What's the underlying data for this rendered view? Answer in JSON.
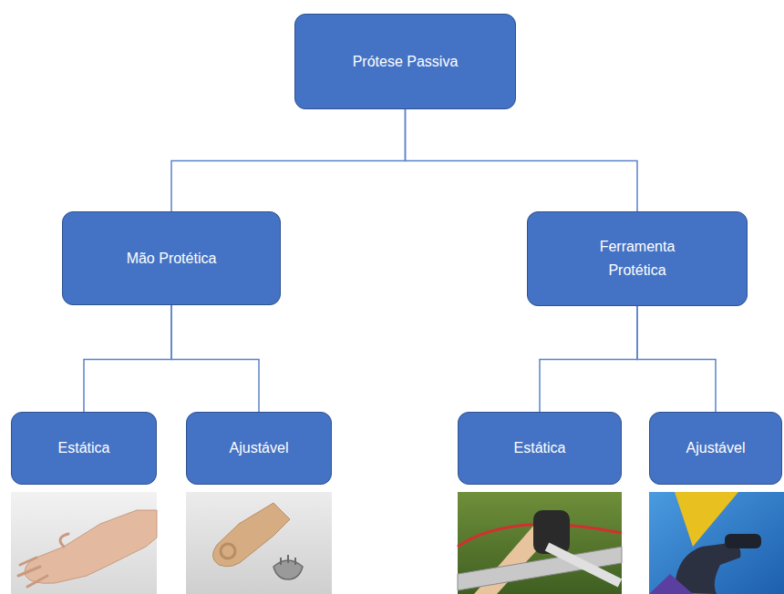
{
  "diagram": {
    "nodes": [
      {
        "text": [
          "Prótese Passiva"
        ]
      },
      {
        "text": [
          "Mão Protética"
        ]
      },
      {
        "text": [
          "Ferramenta Protética"
        ]
      },
      {
        "text": [
          "Estática"
        ]
      },
      {
        "text": [
          "Ajustável"
        ]
      },
      {
        "text": [
          "Estática"
        ]
      },
      {
        "text": [
          "Ajustável"
        ]
      }
    ],
    "edges": [
      {
        "from": 0,
        "to": 1,
        "arrow": "none"
      },
      {
        "from": 0,
        "to": 2,
        "arrow": "none"
      },
      {
        "from": 1,
        "to": 3,
        "arrow": "none"
      },
      {
        "from": 1,
        "to": 4,
        "arrow": "none"
      },
      {
        "from": 2,
        "to": 5,
        "arrow": "none"
      },
      {
        "from": 2,
        "to": 6,
        "arrow": "none"
      }
    ]
  }
}
